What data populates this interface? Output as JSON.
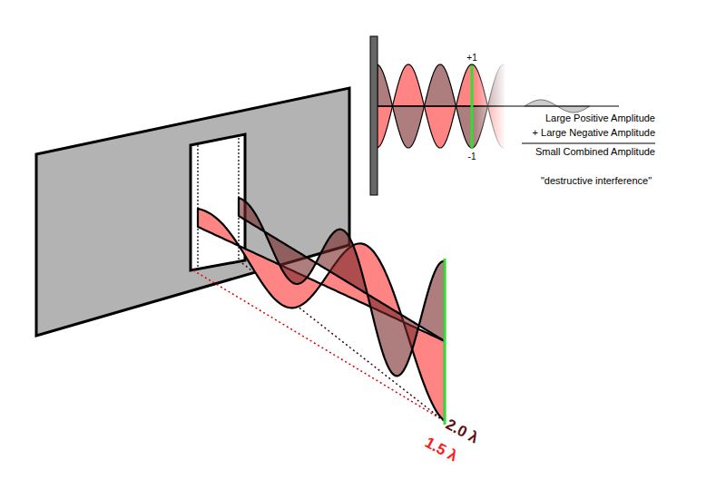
{
  "diagram": {
    "labels": [
      "+1",
      "-1",
      "Large Positive Amplitude",
      "+ Large Negative Amplitude",
      "Small Combined Amplitude",
      "\"destructive interference\"",
      "2.0 λ",
      "1.5 λ"
    ]
  }
}
